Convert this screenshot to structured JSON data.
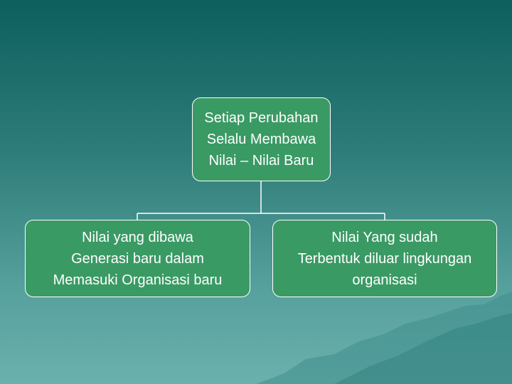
{
  "colors": {
    "background_top": "#0c5f5d",
    "background_bottom": "#6bb0ad",
    "node_fill": "#3a9a64",
    "node_border": "#ffffff",
    "text": "#ffffff",
    "connector": "#ffffff"
  },
  "diagram": {
    "type": "hierarchy",
    "root": {
      "text": "Setiap Perubahan\nSelalu Membawa\nNilai – Nilai Baru"
    },
    "children": [
      {
        "text": "Nilai yang dibawa\nGenerasi baru dalam\nMemasuki Organisasi baru"
      },
      {
        "text": "Nilai Yang sudah\nTerbentuk diluar lingkungan\norganisasi"
      }
    ]
  }
}
